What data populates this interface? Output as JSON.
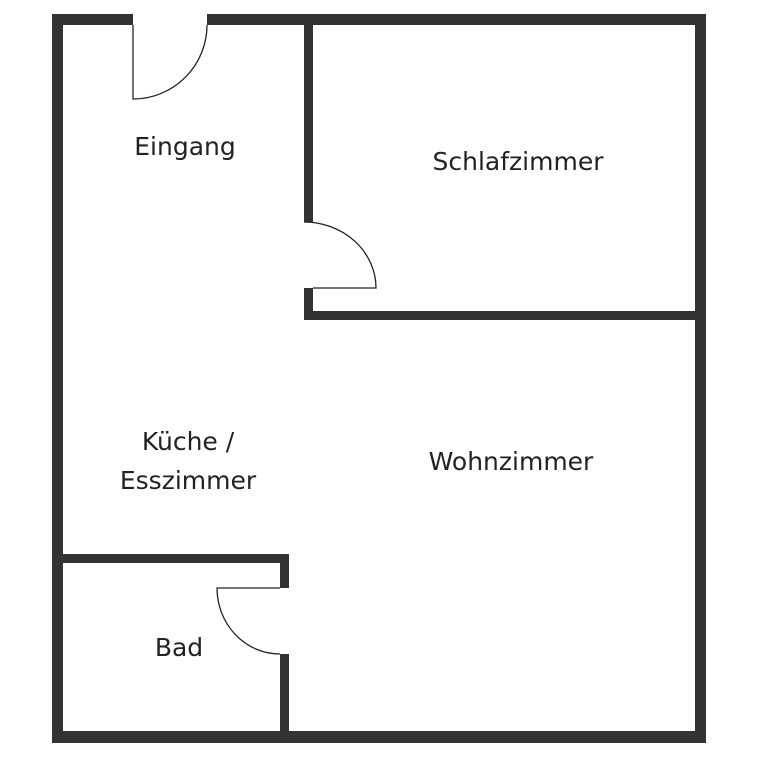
{
  "floorplan": {
    "wall_color": "#333333",
    "rooms": {
      "entrance": "Eingang",
      "bedroom": "Schlafzimmer",
      "kitchen_line1": "Küche /",
      "kitchen_line2": "Esszimmer",
      "living": "Wohnzimmer",
      "bath": "Bad"
    }
  }
}
